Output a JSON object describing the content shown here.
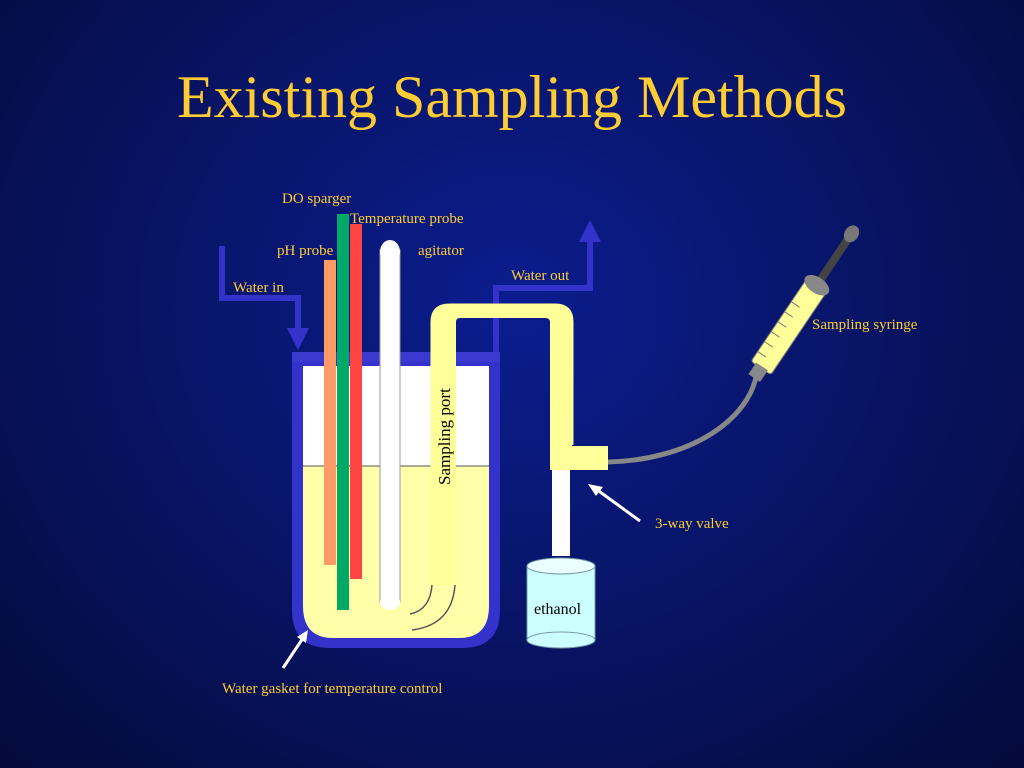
{
  "slide": {
    "title": "Existing Sampling Methods"
  },
  "diagram": {
    "labels": {
      "do_sparger": "DO  sparger",
      "temperature_probe": "Temperature probe",
      "ph_probe": "pH probe",
      "agitator": "agitator",
      "water_in": "Water in",
      "water_out": "Water out",
      "sampling_syringe": "Sampling syringe",
      "sampling_port": "Sampling port",
      "three_way_valve": "3-way valve",
      "ethanol": "ethanol",
      "water_gasket": "Water gasket for temperature control"
    },
    "colors": {
      "label_text": "#ffcc33",
      "vessel_jacket": "#3333cc",
      "culture_medium": "#ffffaa",
      "tubing": "#ffff99",
      "ph_probe": "#ff9966",
      "do_sparger": "#00aa66",
      "temperature_probe": "#ff4444",
      "ethanol_container": "#ccffff",
      "syringe_line": "#888888"
    }
  }
}
